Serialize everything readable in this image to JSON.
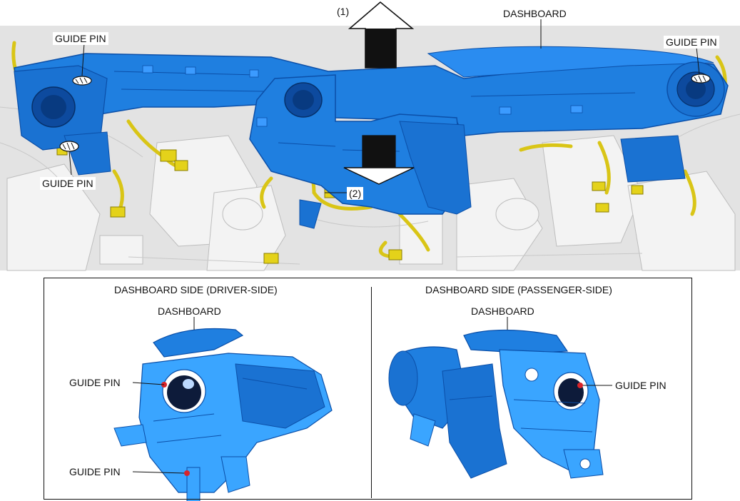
{
  "top_view": {
    "label_dashboard": "DASHBOARD",
    "label_arrow_1": "(1)",
    "label_arrow_2": "(2)",
    "label_guide_pin_left_top": "GUIDE PIN",
    "label_guide_pin_left_bottom": "GUIDE PIN",
    "label_guide_pin_right": "GUIDE PIN"
  },
  "driver_panel": {
    "title": "DASHBOARD SIDE (DRIVER-SIDE)",
    "label_dashboard": "DASHBOARD",
    "label_guide_pin_upper": "GUIDE PIN",
    "label_guide_pin_lower": "GUIDE PIN"
  },
  "passenger_panel": {
    "title": "DASHBOARD SIDE (PASSENGER-SIDE)",
    "label_dashboard": "DASHBOARD",
    "label_guide_pin": "GUIDE PIN"
  },
  "colors": {
    "dashboard_blue": "#1f7fe0",
    "dashboard_dark": "#0b4fa8",
    "harness_yellow": "#e4d21a",
    "pin_red": "#d8242a",
    "background_gray": "#e6e6e6"
  }
}
